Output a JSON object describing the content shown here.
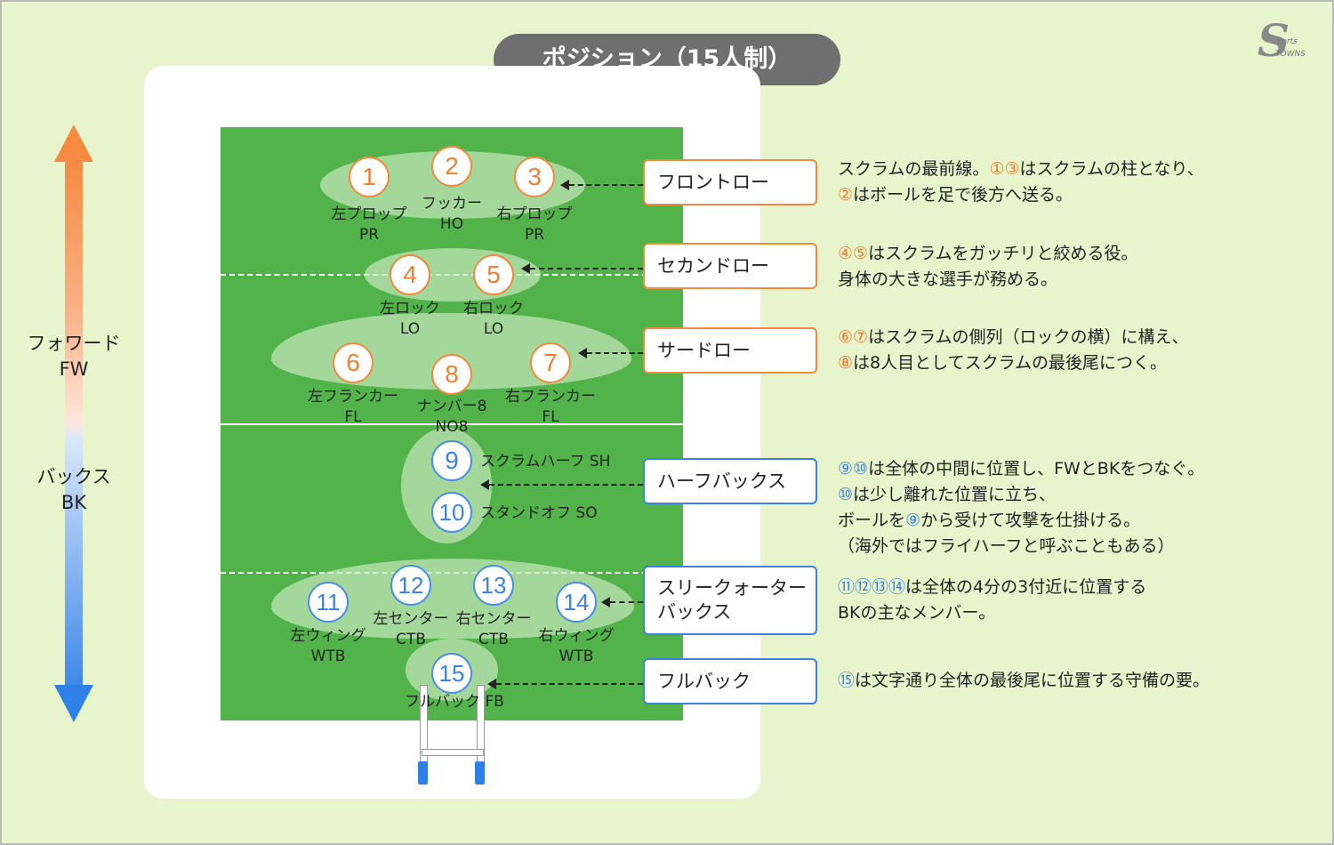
{
  "title": "ポジション（15人制）",
  "logo": {
    "big": "S",
    "line1": "Ports",
    "line2": "TOWNS"
  },
  "axis": {
    "forwards": {
      "line1": "フォワード",
      "line2": "FW",
      "color": "#f58a40"
    },
    "backs": {
      "line1": "バックス",
      "line2": "BK",
      "color": "#2f80e8"
    }
  },
  "positions": [
    {
      "num": "1",
      "group": "fw",
      "name": "左プロップ",
      "abbr": "PR"
    },
    {
      "num": "2",
      "group": "fw",
      "name": "フッカー",
      "abbr": "HO"
    },
    {
      "num": "3",
      "group": "fw",
      "name": "右プロップ",
      "abbr": "PR"
    },
    {
      "num": "4",
      "group": "fw",
      "name": "左ロック",
      "abbr": "LO"
    },
    {
      "num": "5",
      "group": "fw",
      "name": "右ロック",
      "abbr": "LO"
    },
    {
      "num": "6",
      "group": "fw",
      "name": "左フランカー",
      "abbr": "FL"
    },
    {
      "num": "7",
      "group": "fw",
      "name": "右フランカー",
      "abbr": "FL"
    },
    {
      "num": "8",
      "group": "fw",
      "name": "ナンバー8",
      "abbr": "NO8"
    },
    {
      "num": "9",
      "group": "bk",
      "label": "スクラムハーフ SH"
    },
    {
      "num": "10",
      "group": "bk",
      "label": "スタンドオフ SO"
    },
    {
      "num": "11",
      "group": "bk",
      "name": "左ウィング",
      "abbr": "WTB"
    },
    {
      "num": "12",
      "group": "bk",
      "name": "左センター",
      "abbr": "CTB"
    },
    {
      "num": "13",
      "group": "bk",
      "name": "右センター",
      "abbr": "CTB"
    },
    {
      "num": "14",
      "group": "bk",
      "name": "右ウィング",
      "abbr": "WTB"
    },
    {
      "num": "15",
      "group": "bk",
      "label": "フルバック FB"
    }
  ],
  "units": [
    {
      "name": "フロントロー",
      "group": "fw",
      "desc": [
        [
          "スクラムの最前線。",
          [
            "①③",
            "o"
          ],
          "はスクラムの柱となり、"
        ],
        [
          [
            "②",
            "o"
          ],
          "はボールを足で後方へ送る。"
        ]
      ]
    },
    {
      "name": "セカンドロー",
      "group": "fw",
      "desc": [
        [
          [
            "④⑤",
            "o"
          ],
          "はスクラムをガッチリと絞める役。"
        ],
        [
          "身体の大きな選手が務める。"
        ]
      ]
    },
    {
      "name": "サードロー",
      "group": "fw",
      "desc": [
        [
          [
            "⑥⑦",
            "o"
          ],
          "はスクラムの側列（ロックの横）に構え、"
        ],
        [
          [
            "⑧",
            "o"
          ],
          "は8人目としてスクラムの最後尾につく。"
        ]
      ]
    },
    {
      "name": "ハーフバックス",
      "group": "bk",
      "desc": [
        [
          [
            "⑨⑩",
            "b"
          ],
          "は全体の中間に位置し、FWとBKをつなぐ。"
        ],
        [
          [
            "⑩",
            "b"
          ],
          "は少し離れた位置に立ち、"
        ],
        [
          "ボールを",
          [
            "⑨",
            "b"
          ],
          "から受けて攻撃を仕掛ける。"
        ],
        [
          "（海外ではフライハーフと呼ぶこともある）"
        ]
      ]
    },
    {
      "name": "スリークォーター\nバックス",
      "group": "bk",
      "desc": [
        [
          [
            "⑪⑫⑬⑭",
            "b"
          ],
          "は全体の4分の3付近に位置する"
        ],
        [
          "BKの主なメンバー。"
        ]
      ]
    },
    {
      "name": "フルバック",
      "group": "bk",
      "desc": [
        [
          [
            "⑮",
            "b"
          ],
          "は文字通り全体の最後尾に位置する守備の要。"
        ]
      ]
    }
  ]
}
